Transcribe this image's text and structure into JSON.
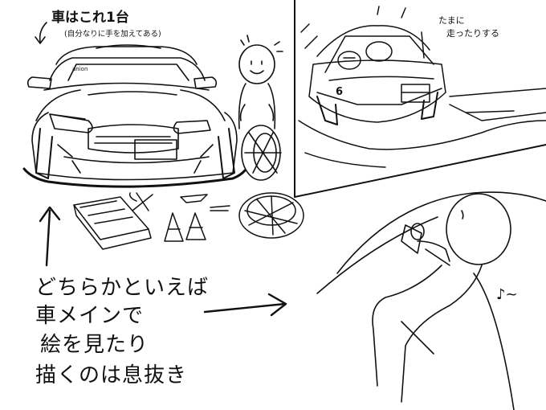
{
  "panel_left": {
    "title": "車はこれ1台",
    "subtitle": "(自分なりに手を加えてある)",
    "plate_text": "anion"
  },
  "panel_right_top": {
    "caption_line1": "たまに",
    "caption_line2": "走ったりする",
    "car_number": "6"
  },
  "panel_right_bottom": {
    "music_note": "♪~"
  },
  "main_text": {
    "line1": "どちらかといえば",
    "line2": "車メインで",
    "line3": "絵を見たり",
    "line4": "描くのは息抜き"
  },
  "colors": {
    "ink": "#111111",
    "paper": "#ffffff"
  }
}
